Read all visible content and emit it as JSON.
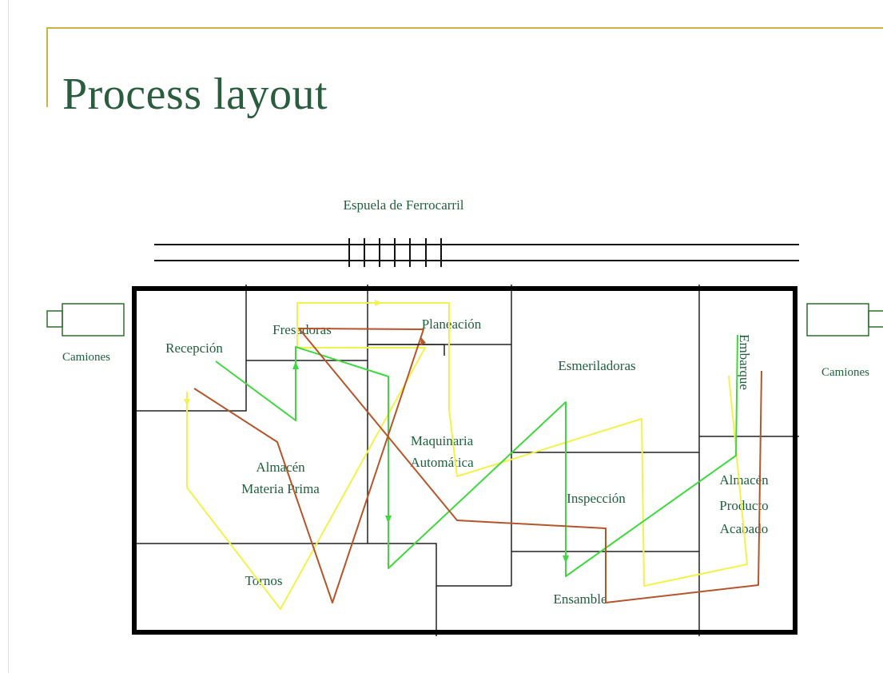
{
  "slide": {
    "title": "Process layout"
  },
  "railway": {
    "label": "Espuela de Ferrocarril"
  },
  "trucks": {
    "left_label": "Camiones",
    "right_label": "Camiones"
  },
  "areas": {
    "recepcion": "Recepción",
    "fresadoras": "Fresadoras",
    "planeacion": "Planeación",
    "esmeriladoras": "Esmeriladoras",
    "embarque": "Embarque",
    "almacen_mp_1": "Almacén",
    "almacen_mp_2": "Materia Prima",
    "maquinaria_1": "Maquinaria",
    "maquinaria_2": "Automática",
    "inspeccion": "Inspección",
    "almacen_pa_1": "Almacén",
    "almacen_pa_2": "Producto",
    "almacen_pa_3": "Acabado",
    "tornos": "Tornos",
    "ensamble": "Ensamble"
  },
  "flows": {
    "colors": {
      "yellow": "#f2f24a",
      "green": "#3fd83f",
      "brown": "#b5552a"
    }
  }
}
